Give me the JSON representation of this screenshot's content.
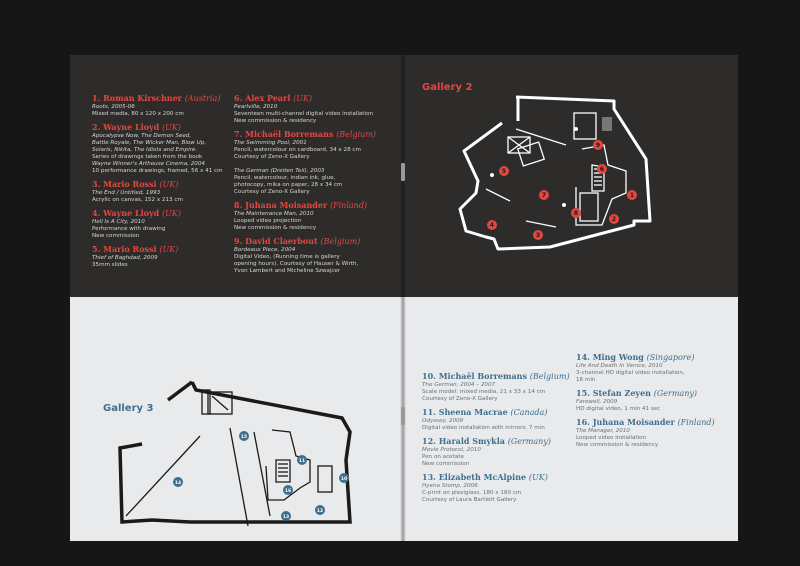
{
  "gallery2": {
    "title": "Gallery 2",
    "entries": [
      {
        "name": "1. Roman Kirschner",
        "country": "(Austria)",
        "lines": [
          {
            "t": "Roots, 2005-06",
            "i": true
          },
          {
            "t": "Mixed media, 80 x 120 x 200 cm",
            "i": false
          }
        ]
      },
      {
        "name": "2. Wayne Lloyd",
        "country": "(UK)",
        "lines": [
          {
            "t": "Apocalypse Now, The Demon Seed,",
            "i": true
          },
          {
            "t": "Battle Royale, The Wicker Man, Blow Up,",
            "i": true
          },
          {
            "t": "Solaris, Nikita, The Idiots and Empire.",
            "i": true
          },
          {
            "t": "Series of drawings taken from the book",
            "i": false
          },
          {
            "t": "Wayne Winner's Arthouse Cinema, 2004",
            "i": true
          },
          {
            "t": "10 performance drawings, framed, 56 x 41 cm",
            "i": false
          }
        ]
      },
      {
        "name": "3. Mario Rossi",
        "country": "(UK)",
        "lines": [
          {
            "t": "The End / Untitled, 1993",
            "i": true
          },
          {
            "t": "Acrylic on canvas, 152 x 213 cm",
            "i": false
          }
        ]
      },
      {
        "name": "4. Wayne Lloyd",
        "country": "(UK)",
        "lines": [
          {
            "t": "Hell Is A City, 2010",
            "i": true
          },
          {
            "t": "Performance with drawing",
            "i": false
          },
          {
            "t": "New commission",
            "i": false
          }
        ]
      },
      {
        "name": "5. Mario Rossi",
        "country": "(UK)",
        "lines": [
          {
            "t": "Thief of Baghdad, 2009",
            "i": true
          },
          {
            "t": "35mm slides",
            "i": false
          }
        ]
      },
      {
        "name": "6. Alex Pearl",
        "country": "(UK)",
        "lines": [
          {
            "t": "Pearlville, 2010",
            "i": true
          },
          {
            "t": "Seventeen multi-channel digital video installation",
            "i": false
          },
          {
            "t": "New commission & residency",
            "i": false
          }
        ]
      },
      {
        "name": "7. Michaël Borremans",
        "country": "(Belgium)",
        "lines": [
          {
            "t": "The Swimming Pool, 2001",
            "i": true
          },
          {
            "t": "Pencil, watercolour on cardboard, 34 x 28 cm",
            "i": false
          },
          {
            "t": "Courtesy of Zeno-X Gallery",
            "i": false
          },
          {
            "t": "",
            "i": false
          },
          {
            "t": "The German (Dreiten Teil), 2003",
            "i": true
          },
          {
            "t": "Pencil, watercolour, indian ink, glue,",
            "i": false
          },
          {
            "t": "photocopy, mika on paper, 28 x 34 cm",
            "i": false
          },
          {
            "t": "Courtesy of Zeno-X Gallery",
            "i": false
          }
        ]
      },
      {
        "name": "8. Juhana Moisander",
        "country": "(Finland)",
        "lines": [
          {
            "t": "The Maintenance Man, 2010",
            "i": true
          },
          {
            "t": "Looped video projection",
            "i": false
          },
          {
            "t": "New commission & residency",
            "i": false
          }
        ]
      },
      {
        "name": "9. David Claerbout",
        "country": "(Belgium)",
        "lines": [
          {
            "t": "Bordeaux Piece, 2004",
            "i": true
          },
          {
            "t": "Digital Video, (Running time is gallery",
            "i": false
          },
          {
            "t": "opening hours). Courtesy of Hauser & Wirth,",
            "i": false
          },
          {
            "t": "Yvon Lambert and Micheline Szwajcer",
            "i": false
          }
        ]
      }
    ],
    "markers": [
      "1",
      "2",
      "3",
      "4",
      "5",
      "6",
      "7",
      "8",
      "9"
    ]
  },
  "gallery3": {
    "title": "Gallery 3",
    "entries": [
      {
        "name": "10. Michaël Borremans",
        "country": "(Belgium)",
        "lines": [
          {
            "t": "The German, 2004 – 2007",
            "i": true
          },
          {
            "t": "Scale model: mixed media, 21 x 33 x 14 cm",
            "i": false
          },
          {
            "t": "Courtesy of Zeno-X Gallery",
            "i": false
          }
        ]
      },
      {
        "name": "11. Sheena Macrae",
        "country": "(Canada)",
        "lines": [
          {
            "t": "Odyssey, 2009",
            "i": true
          },
          {
            "t": "Digital video installation with mirrors, 7 min",
            "i": false
          }
        ]
      },
      {
        "name": "12. Harald Smykla",
        "country": "(Germany)",
        "lines": [
          {
            "t": "Movie Protocol, 2010",
            "i": true
          },
          {
            "t": "Pen on acetate",
            "i": false
          },
          {
            "t": "New commission",
            "i": false
          }
        ]
      },
      {
        "name": "13. Elizabeth McAlpine",
        "country": "(UK)",
        "lines": [
          {
            "t": "Hyena Stomp, 2006",
            "i": true
          },
          {
            "t": "C-print on plexiglass, 180 x 180 cm",
            "i": false
          },
          {
            "t": "Courtesy of Laura Bartlett Gallery",
            "i": false
          }
        ]
      },
      {
        "name": "14. Ming Wong",
        "country": "(Singapore)",
        "lines": [
          {
            "t": "Life And Death In Venice, 2010",
            "i": true
          },
          {
            "t": "3-channel HD digital video installation,",
            "i": false
          },
          {
            "t": "16 min",
            "i": false
          }
        ]
      },
      {
        "name": "15. Stefan Zeyen",
        "country": "(Germany)",
        "lines": [
          {
            "t": "Farewell, 2009",
            "i": true
          },
          {
            "t": "HD digital video, 1 min 41 sec",
            "i": false
          }
        ]
      },
      {
        "name": "16. Juhana Moisander",
        "country": "(Finland)",
        "lines": [
          {
            "t": "The Manager, 2010",
            "i": true
          },
          {
            "t": "Looped video installation",
            "i": false
          },
          {
            "t": "New commission & residency",
            "i": false
          }
        ]
      }
    ],
    "markers": [
      "10",
      "11",
      "12",
      "13",
      "14",
      "15",
      "16"
    ]
  },
  "colors": {
    "red": "#e64640",
    "blue": "#3f6f8e",
    "dark_panel": "#2d2c2b",
    "light_panel": "#e9eaec",
    "background": "#161616"
  }
}
